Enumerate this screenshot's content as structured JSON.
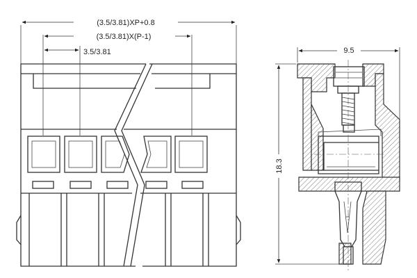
{
  "front_view": {
    "dim_overall": "(3.5/3.81)XP+0.8",
    "dim_span": "(3.5/3.81)X(P-1)",
    "dim_pitch": "3.5/3.81"
  },
  "side_view": {
    "dim_width": "9.5",
    "dim_height": "18.3"
  }
}
